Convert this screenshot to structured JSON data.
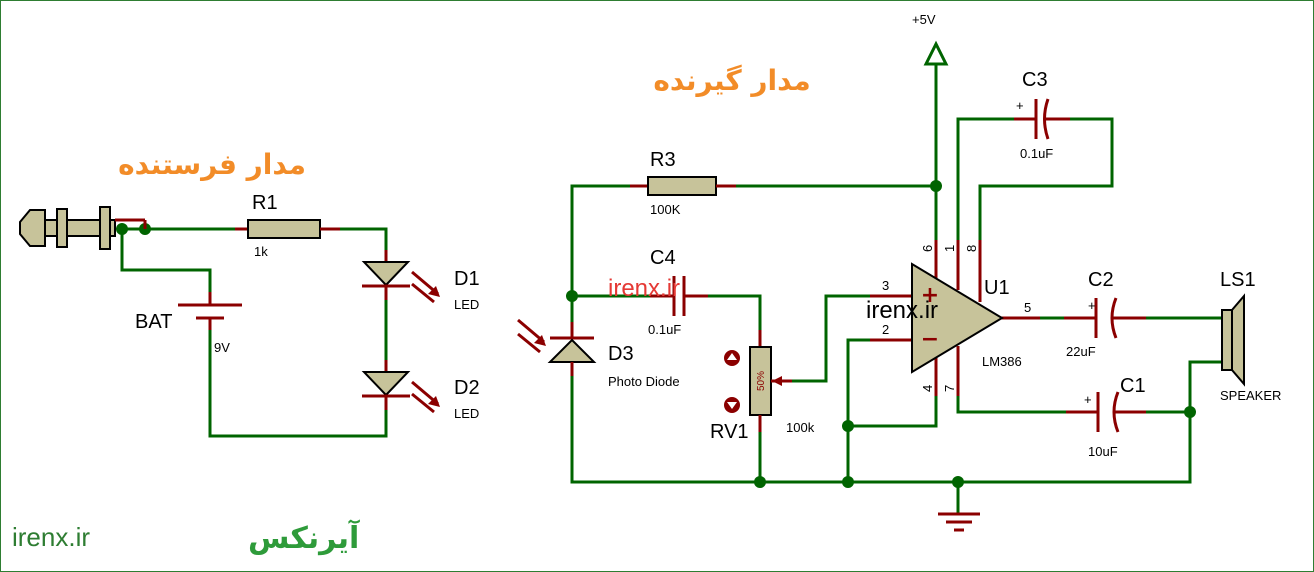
{
  "titles": {
    "transmitter": "مدار فرستنده",
    "receiver": "مدار گیرنده"
  },
  "watermarks": {
    "red": "irenx.ir",
    "black": "irenx.ir"
  },
  "footer": {
    "latin": "irenx.ir",
    "persian": "آیرنکس"
  },
  "components": {
    "r1": {
      "ref": "R1",
      "value": "1k"
    },
    "bat": {
      "ref": "BAT",
      "value": "9V"
    },
    "d1": {
      "ref": "D1",
      "value": "LED"
    },
    "d2": {
      "ref": "D2",
      "value": "LED"
    },
    "r3": {
      "ref": "R3",
      "value": "100K"
    },
    "c4": {
      "ref": "C4",
      "value": "0.1uF"
    },
    "d3": {
      "ref": "D3",
      "value": "Photo Diode"
    },
    "rv1": {
      "ref": "RV1",
      "value": "100k",
      "wiper": "50%"
    },
    "c3": {
      "ref": "C3",
      "value": "0.1uF"
    },
    "u1": {
      "ref": "U1",
      "value": "LM386"
    },
    "c2": {
      "ref": "C2",
      "value": "22uF"
    },
    "c1": {
      "ref": "C1",
      "value": "10uF"
    },
    "ls1": {
      "ref": "LS1",
      "value": "SPEAKER"
    }
  },
  "power": {
    "vcc": "+5V"
  },
  "pins": {
    "p3": "3",
    "p2": "2",
    "p6": "6",
    "p1": "1",
    "p8": "8",
    "p4": "4",
    "p7": "7",
    "p5": "5",
    "plus": "+",
    "minus": "−"
  },
  "polarity": {
    "plus": "+"
  }
}
